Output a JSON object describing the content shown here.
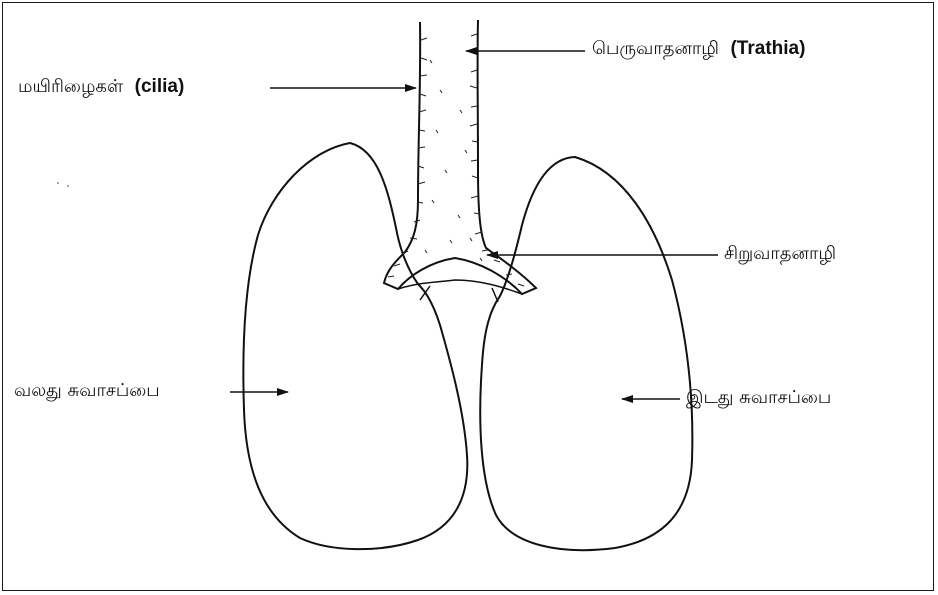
{
  "labels": {
    "trachea": {
      "tamil": "பெருவாதனாழி",
      "english": "(Trathia)"
    },
    "cilia": {
      "tamil": "மயிரிழைகள்",
      "english": "(cilia)"
    },
    "bronchus": {
      "tamil": "சிறுவாதனாழி"
    },
    "right_lung": {
      "tamil": "வலது சுவாசப்பை"
    },
    "left_lung": {
      "tamil": "இடது சுவாசப்பை"
    }
  },
  "colors": {
    "ink": "#111111",
    "background": "#ffffff"
  }
}
